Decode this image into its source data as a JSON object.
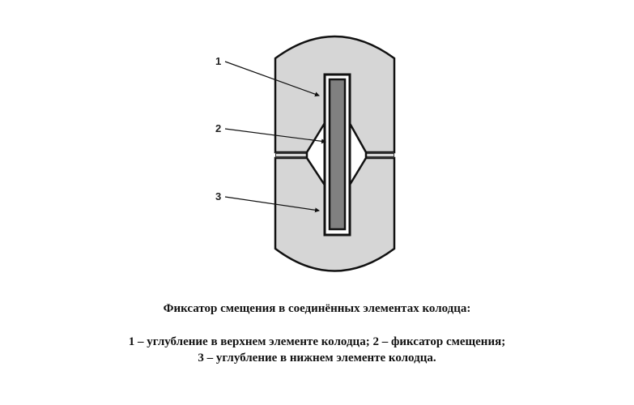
{
  "diagram": {
    "labels": [
      "1",
      "2",
      "3"
    ],
    "colors": {
      "body": "#d6d6d6",
      "rod": "#808080",
      "outline": "#111111",
      "cavity": "#ffffff"
    }
  },
  "caption": {
    "title": "Фиксатор смещения в соединённых элементах колодца:",
    "line1": "1 – углубление в верхнем элементе колодца; 2 – фиксатор смещения;",
    "line2": "3 – углубление в нижнем элементе колодца."
  }
}
